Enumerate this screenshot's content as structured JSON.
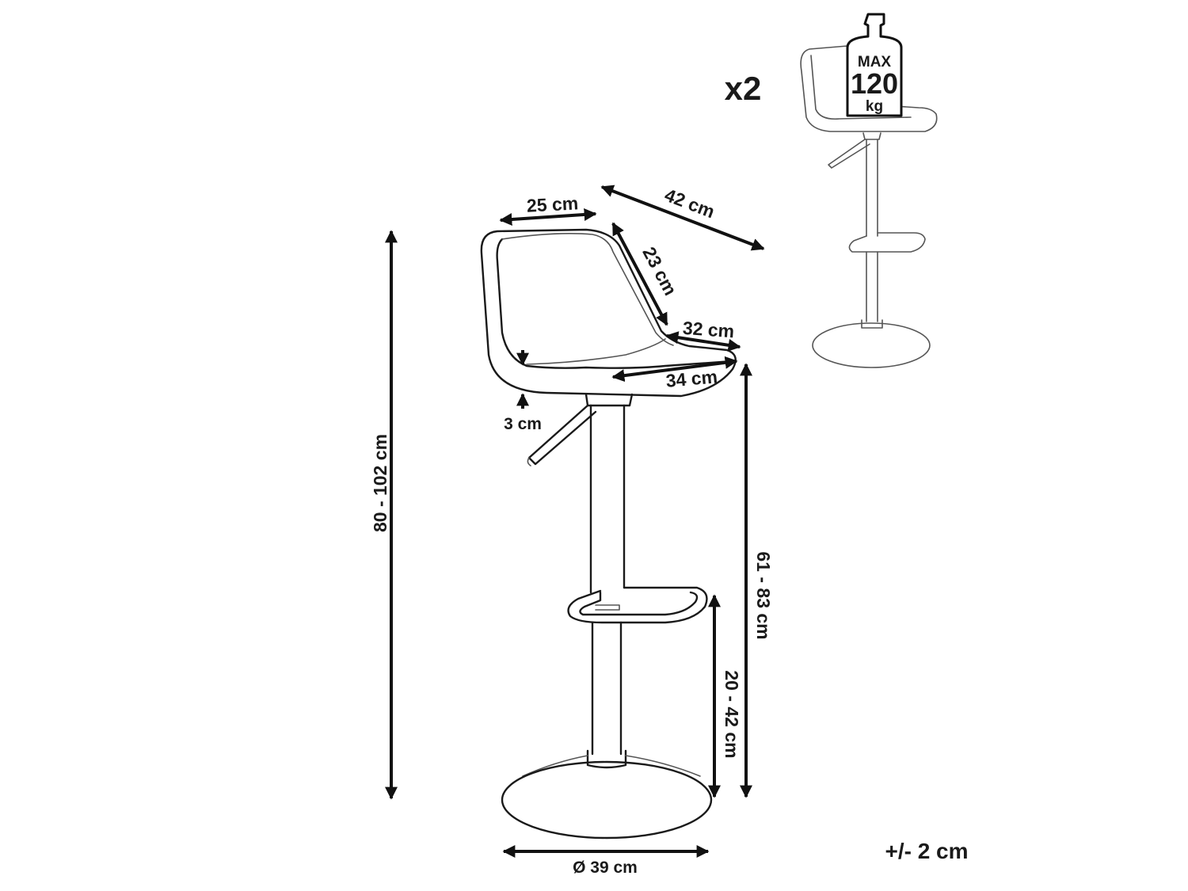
{
  "quantity": "x2",
  "max_load": {
    "line1": "MAX",
    "line2": "120",
    "line3": "kg"
  },
  "dimensions": {
    "back_width": "25 cm",
    "depth": "42 cm",
    "back_height": "23 cm",
    "seat_depth": "32 cm",
    "seat_width": "34 cm",
    "seat_thickness": "3 cm",
    "total_height": "80 - 102 cm",
    "seat_height": "61 - 83 cm",
    "footrest_height": "20 - 42 cm",
    "base_diameter": "Ø 39 cm"
  },
  "tolerance": "+/- 2 cm"
}
